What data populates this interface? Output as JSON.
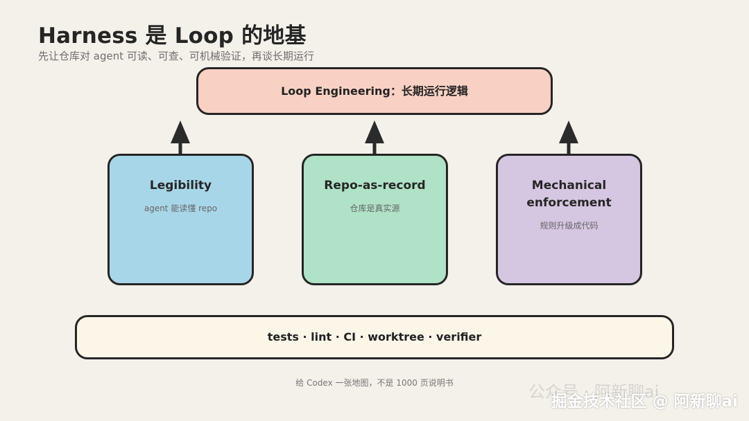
{
  "title": "Harness 是 Loop 的地基",
  "subtitle": "先让仓库对 agent 可读、可查、可机械验证，再谈长期运行",
  "top_box": {
    "label": "Loop Engineering：长期运行逻辑"
  },
  "pillars": [
    {
      "title": "Legibility",
      "desc": "agent 能读懂 repo"
    },
    {
      "title": "Repo-as-record",
      "desc": "仓库是真实源"
    },
    {
      "title": "Mechanical\nenforcement",
      "desc": "规则升级成代码"
    }
  ],
  "base_box": {
    "label": "tests · lint · CI · worktree · verifier"
  },
  "footer": "给 Codex 一张地图，不是 1000 页说明书",
  "watermark": {
    "faint": "公众号 · 阿新聊ai",
    "main": "掘金技术社区 @ 阿新聊ai"
  },
  "colors": {
    "background": "#f4f0ea",
    "top_box": "#f8d1c4",
    "pillar_1": "#a8d6e9",
    "pillar_2": "#afe2c6",
    "pillar_3": "#d5c6e1",
    "base_box": "#fbf6e8",
    "stroke": "#252525"
  },
  "icons": [
    "arrow-up-icon",
    "arrow-up-icon",
    "arrow-up-icon"
  ]
}
